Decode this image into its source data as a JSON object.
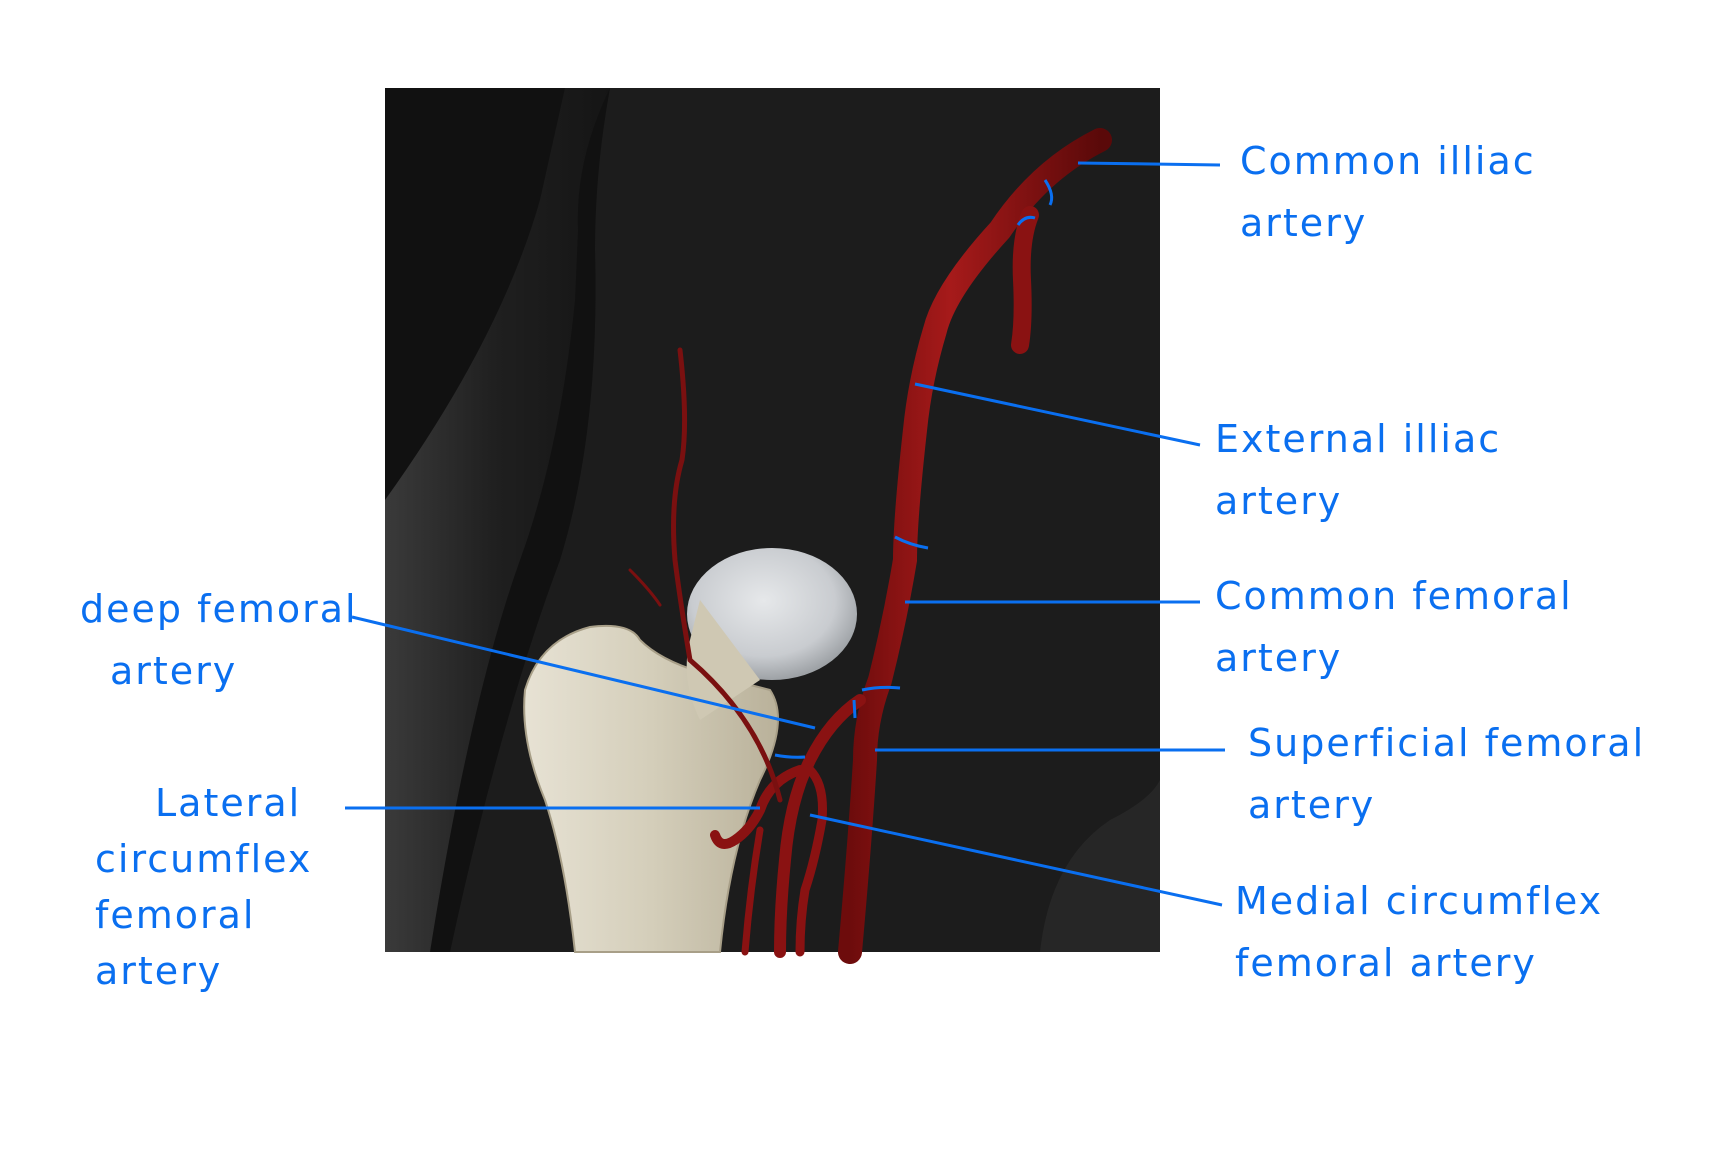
{
  "diagram": {
    "labels": [
      {
        "id": "common-iliac",
        "lines": [
          "Common illiac",
          "artery"
        ]
      },
      {
        "id": "external-iliac",
        "lines": [
          "External illiac",
          "artery"
        ]
      },
      {
        "id": "common-femoral",
        "lines": [
          "Common femoral",
          "artery"
        ]
      },
      {
        "id": "superficial-femoral",
        "lines": [
          "Superficial femoral",
          "artery"
        ]
      },
      {
        "id": "medial-circumflex",
        "lines": [
          "Medial circumflex",
          "femoral artery"
        ]
      },
      {
        "id": "deep-femoral",
        "lines": [
          "deep femoral",
          "artery"
        ]
      },
      {
        "id": "lateral-circumflex",
        "lines": [
          "Lateral",
          "circumflex",
          "femoral",
          "artery"
        ]
      }
    ],
    "colors": {
      "annotation": "#0a6ff0",
      "artery": "#9a1414",
      "background_panel": "#1a1a1a",
      "bone": "#d9d3c3"
    }
  }
}
